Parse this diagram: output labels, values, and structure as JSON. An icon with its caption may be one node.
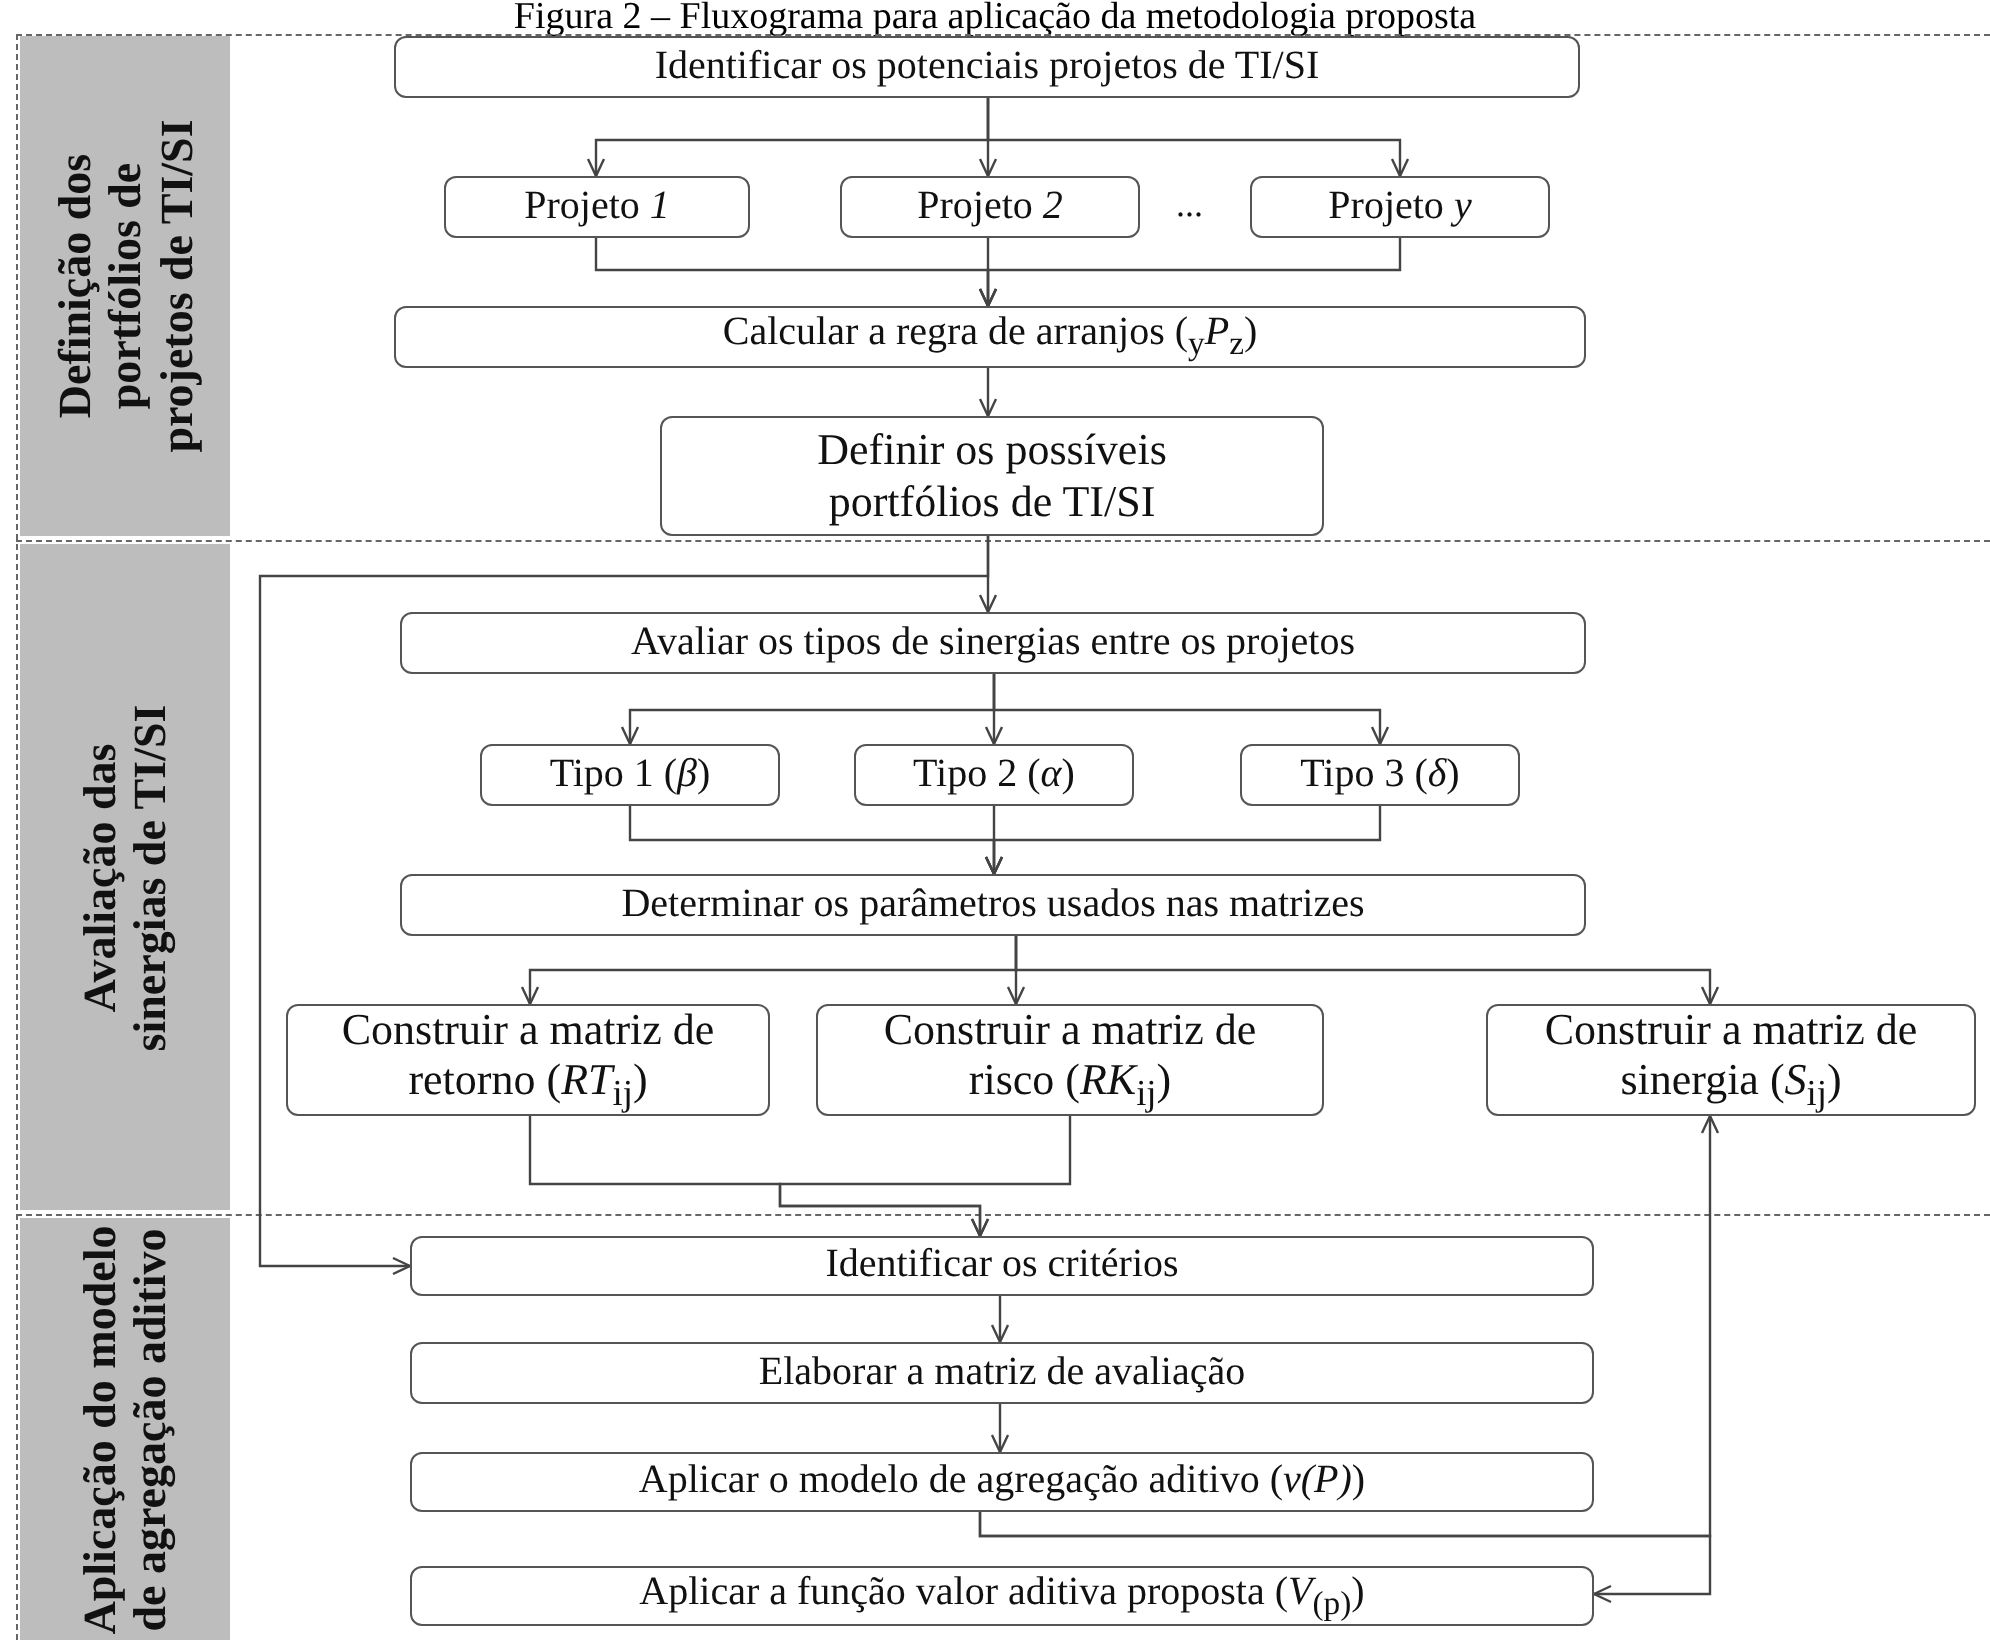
{
  "diagram": {
    "title": "Figura 2 – Fluxograma para aplicação da metodologia proposta",
    "nodes": [
      {
        "text": [
          "Definição dos portfólios de projetos de TI/SI"
        ]
      },
      {
        "text": [
          "Identificar os potenciais projetos de TI/SI"
        ]
      },
      {
        "text": [
          "Projeto *1*"
        ]
      },
      {
        "text": [
          "Projeto *2*"
        ]
      },
      {
        "text": [
          "Projeto *y*"
        ]
      },
      {
        "text": [
          "Calcular a regra de arranjos ($_{y}$*P*$_{z}$)"
        ]
      },
      {
        "text": [
          "Definir os possíveis portfólios de TI/SI"
        ]
      },
      {
        "text": [
          "Avaliação das sinergias de TI/SI"
        ]
      },
      {
        "text": [
          "Avaliar os tipos de sinergias entre os projetos"
        ]
      },
      {
        "text": [
          "Tipo 1 (*β*)"
        ]
      },
      {
        "text": [
          "Tipo 2 (*α*)"
        ]
      },
      {
        "text": [
          "Tipo 3 (*δ*)"
        ]
      },
      {
        "text": [
          "Determinar os parâmetros usados nas matrizes"
        ]
      },
      {
        "text": [
          "Construir a matriz de retorno (*RT*$_{ij}$)"
        ]
      },
      {
        "text": [
          "Construir a matriz de risco (*RK*$_{ij}$)"
        ]
      },
      {
        "text": [
          "Construir a matriz de sinergia (*S*$_{ij}$)"
        ]
      },
      {
        "text": [
          "Aplicação do modelo de agregação aditivo"
        ]
      },
      {
        "text": [
          "Identificar os critérios"
        ]
      },
      {
        "text": [
          "Elaborar a matriz de avaliação"
        ]
      },
      {
        "text": [
          "Aplicar o modelo de agregação aditivo (*v(P)*)"
        ]
      },
      {
        "text": [
          "Aplicar a função valor aditiva proposta (*V*$_{(p)}$)"
        ]
      }
    ],
    "edges": [
      {
        "from": 1,
        "to": 2,
        "arrow": "to"
      },
      {
        "from": 1,
        "to": 3,
        "arrow": "to"
      },
      {
        "from": 1,
        "to": 4,
        "arrow": "to"
      },
      {
        "from": 2,
        "to": 5,
        "arrow": "to"
      },
      {
        "from": 3,
        "to": 5,
        "arrow": "to"
      },
      {
        "from": 4,
        "to": 5,
        "arrow": "to"
      },
      {
        "from": 5,
        "to": 6,
        "arrow": "to"
      },
      {
        "from": 6,
        "to": 8,
        "arrow": "to"
      },
      {
        "from": 6,
        "to": 17,
        "arrow": "to"
      },
      {
        "from": 8,
        "to": 9,
        "arrow": "to"
      },
      {
        "from": 8,
        "to": 10,
        "arrow": "to"
      },
      {
        "from": 8,
        "to": 11,
        "arrow": "to"
      },
      {
        "from": 9,
        "to": 12,
        "arrow": "to"
      },
      {
        "from": 10,
        "to": 12,
        "arrow": "to"
      },
      {
        "from": 11,
        "to": 12,
        "arrow": "to"
      },
      {
        "from": 12,
        "to": 13,
        "arrow": "to"
      },
      {
        "from": 12,
        "to": 14,
        "arrow": "to"
      },
      {
        "from": 12,
        "to": 15,
        "arrow": "to"
      },
      {
        "from": 13,
        "to": 17,
        "arrow": "to"
      },
      {
        "from": 14,
        "to": 17,
        "arrow": "to"
      },
      {
        "from": 17,
        "to": 18,
        "arrow": "to"
      },
      {
        "from": 18,
        "to": 19,
        "arrow": "to"
      },
      {
        "from": 19,
        "to": 15,
        "arrow": "to"
      },
      {
        "from": 19,
        "to": 20,
        "arrow": "to"
      }
    ],
    "labels": [
      "..."
    ]
  }
}
